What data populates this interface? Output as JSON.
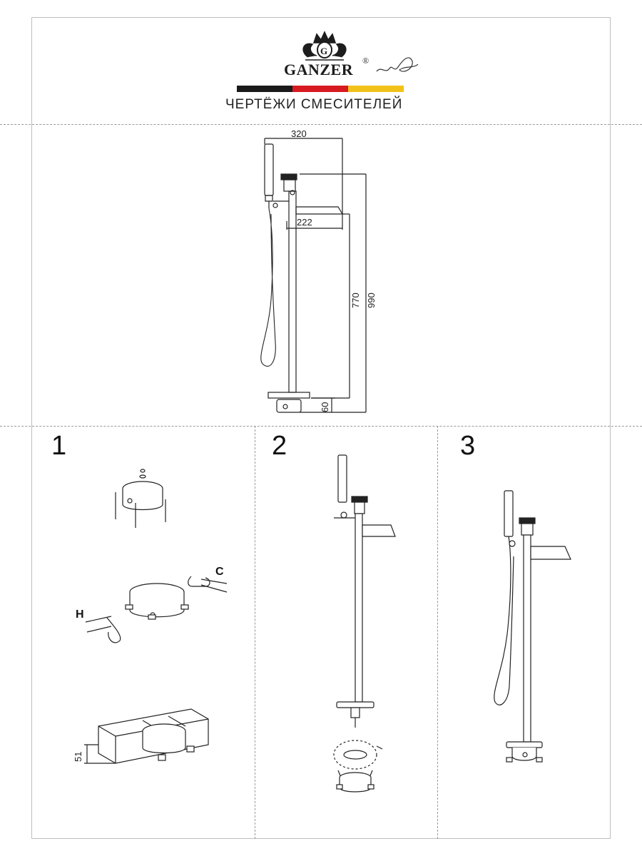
{
  "header": {
    "brand": "GANZER",
    "registered_mark": "®",
    "flag_colors": [
      "#1a1a1a",
      "#d71920",
      "#f2c21b"
    ],
    "title": "ЧЕРТЁЖИ СМЕСИТЕЛЕЙ"
  },
  "dimension_drawing": {
    "width_total": "320",
    "spout_reach": "222",
    "spout_height": "770",
    "total_height": "990",
    "base_height": "60"
  },
  "steps": [
    {
      "number": "1",
      "hot_label": "H",
      "cold_label": "C",
      "depth_dim": "51"
    },
    {
      "number": "2"
    },
    {
      "number": "3"
    }
  ]
}
